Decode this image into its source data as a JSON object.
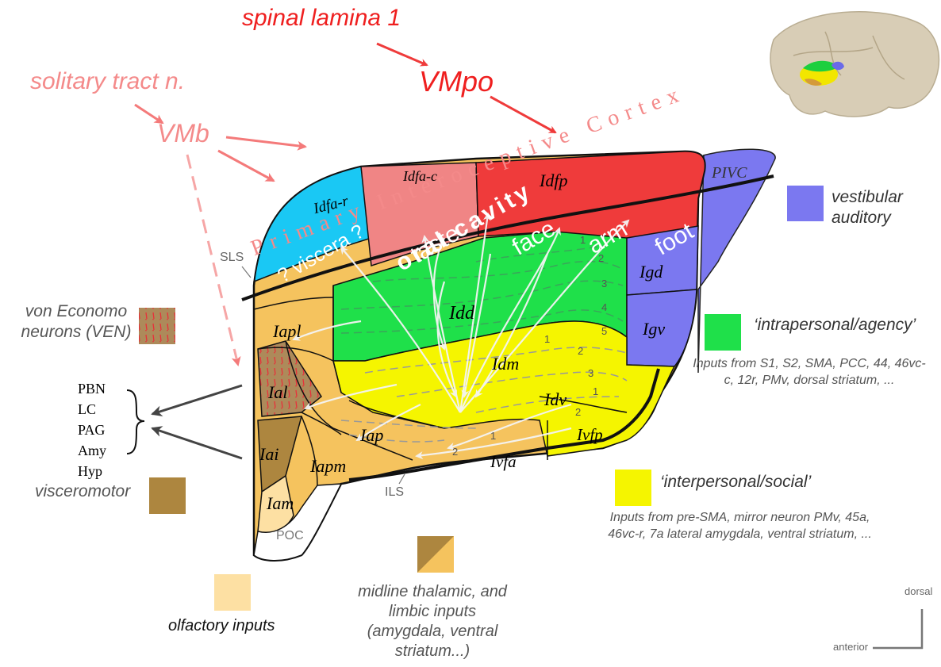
{
  "inputs": {
    "spinal_lamina": "spinal lamina 1",
    "vmpo": "VMpo",
    "solitary": "solitary tract n.",
    "vmb": "VMb"
  },
  "cortex_title": "Primary Interoceptive Cortex",
  "regions": {
    "idfa_r": "Idfa-r",
    "idfa_c": "Idfa-c",
    "idfp": "Idfp",
    "pivc": "PIVC",
    "igd": "Igd",
    "igv": "Igv",
    "idd": "Idd",
    "idm": "Idm",
    "idv": "Idv",
    "iapl": "Iapl",
    "ial": "Ial",
    "iai": "Iai",
    "iap": "Iap",
    "iapm": "Iapm",
    "iam": "Iam",
    "ivfa": "Ivfa",
    "ivfp": "Ivfp",
    "poc": "POC"
  },
  "body_map": {
    "viscera": "? viscera ?",
    "oral_cavity": "oral cavity",
    "taste": "taste",
    "face": "face",
    "arm": "arm",
    "foot": "foot"
  },
  "sulci": {
    "sls": "SLS",
    "ils": "ILS"
  },
  "layers": [
    "1",
    "2",
    "3",
    "4",
    "5",
    "1",
    "2",
    "3",
    "1",
    "2",
    "1",
    "2"
  ],
  "outputs": [
    "PBN",
    "LC",
    "PAG",
    "Amy",
    "Hyp"
  ],
  "legend": {
    "vestibular": "vestibular auditory",
    "vestibular_color": "#7b78f0",
    "intrapersonal_title": "‘intrapersonal/agency’",
    "intrapersonal_inputs": "Inputs from S1, S2, SMA, PCC, 44, 46vc-c, 12r, PMv, dorsal striatum, ...",
    "intrapersonal_color": "#1fe04a",
    "interpersonal_title": "‘interpersonal/social’",
    "interpersonal_inputs": "Inputs from pre-SMA, mirror neuron PMv, 45a, 46vc-r, 7a lateral amygdala, ventral striatum, ...",
    "interpersonal_color": "#f5f500",
    "von_economo": "von Economo neurons (VEN)",
    "visceromotor": "visceromotor",
    "visceromotor_color": "#ad863f",
    "olfactory": "olfactory inputs",
    "olfactory_color": "#fde0a3",
    "midline": "midline thalamic, and limbic inputs (amygdala, ventral striatum...)",
    "midline_color": "#f5c35e"
  },
  "orientation": {
    "dorsal": "dorsal",
    "anterior": "anterior"
  }
}
